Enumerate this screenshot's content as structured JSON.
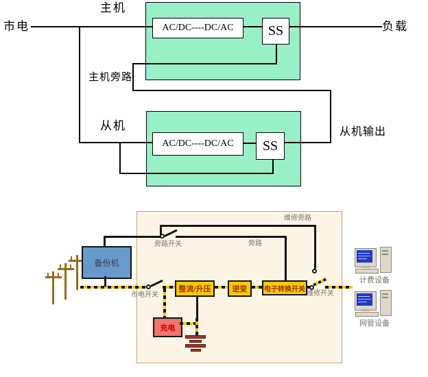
{
  "top": {
    "mains_label": "市电",
    "load_label": "负载",
    "master": {
      "name": "主机",
      "converter": "AC/DC----DC/AC",
      "static_switch": "SS",
      "bypass_label": "主机旁路"
    },
    "slave": {
      "name": "从机",
      "converter": "AC/DC----DC/AC",
      "static_switch": "SS",
      "output_label": "从机输出"
    }
  },
  "bottom": {
    "backup_unit_label": "备份机",
    "maintenance_bypass_label": "维修旁路",
    "bypass_switch_label": "旁路开关",
    "bypass_label": "旁路",
    "mains_switch_label": "市电开关",
    "rectifier_label": "整流/升压",
    "inverter_label": "逆变",
    "transfer_switch_label": "电子转换开关",
    "maintenance_switch_label": "维修开关",
    "charger_label": "充电",
    "devices": [
      {
        "label": "计费设备"
      },
      {
        "label": "网管设备"
      }
    ]
  },
  "colors": {
    "green": "#9af0c6",
    "gold": "#fdc800",
    "blue": "#6699cc",
    "pink": "#ef756e",
    "panel": "#fcf4e4",
    "panel_border": "#caa46a",
    "bar": "#9e3626",
    "pole": "#9a6a1e",
    "label_gray": "#76756b",
    "box_text": "#993300",
    "charger_text": "#cc0000",
    "screen": "#2238c8",
    "case": "#ddd8c8"
  }
}
